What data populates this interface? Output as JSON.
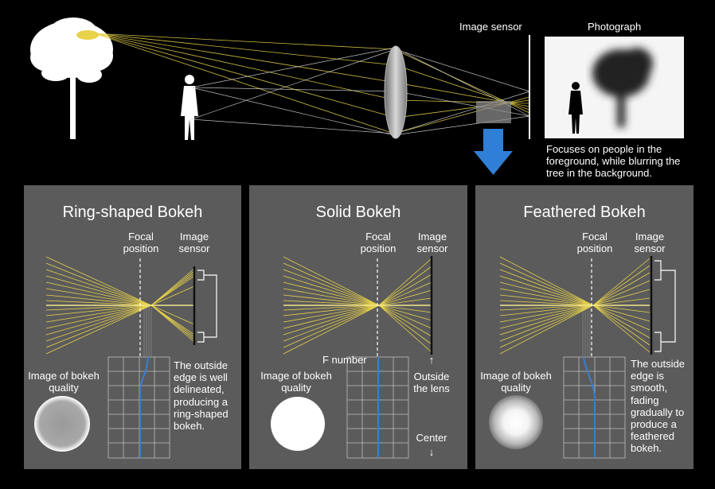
{
  "top": {
    "image_sensor_label": "Image sensor",
    "photograph_label": "Photograph",
    "caption": "Focuses on people in the foreground, while blurring the tree in the background."
  },
  "panels": [
    {
      "title": "Ring-shaped Bokeh",
      "focal_label": "Focal position",
      "sensor_label": "Image sensor",
      "quality_label": "Image of bokeh quality",
      "description": "The outside edge is well delineated, producing a ring-shaped bokeh."
    },
    {
      "title": "Solid Bokeh",
      "focal_label": "Focal position",
      "sensor_label": "Image sensor",
      "quality_label": "Image of bokeh quality",
      "f_number_label": "F number",
      "outside_label": "Outside the lens",
      "center_label": "Center"
    },
    {
      "title": "Feathered Bokeh",
      "focal_label": "Focal position",
      "sensor_label": "Image sensor",
      "quality_label": "Image of bokeh quality",
      "description": "The outside edge is smooth, fading gradually to produce a feathered bokeh."
    }
  ],
  "colors": {
    "background": "#000000",
    "panel": "#5b5b5b",
    "ray": "#e8d24a",
    "arrow": "#2f7fd6",
    "curve": "#3a7fd0"
  }
}
